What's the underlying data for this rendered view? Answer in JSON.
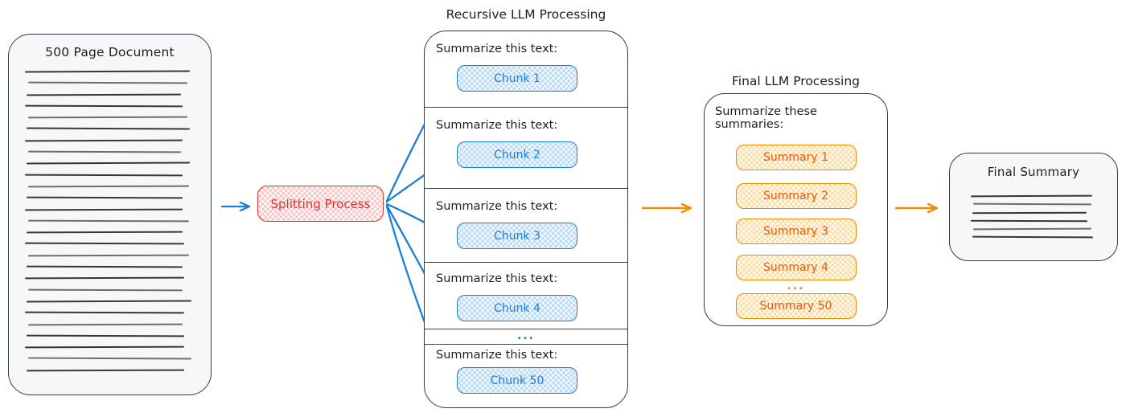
{
  "colors": {
    "ink": "#1e1e1e",
    "panel_border": "#343a40",
    "panel_fill": "#f6f7f8",
    "blue": "#1c7ed6",
    "blue_fill": "#eef6fe",
    "red": "#e03131",
    "red_fill": "#fff7f7",
    "orange_text": "#e8590c",
    "orange_stroke": "#f08c00",
    "orange_fill": "#fffaea"
  },
  "document_panel": {
    "title": "500 Page Document",
    "line_count": 27
  },
  "splitting": {
    "label": "Splitting Process"
  },
  "recursive_panel": {
    "title": "Recursive LLM Processing",
    "sections": [
      {
        "prompt": "Summarize this text:",
        "chunk": "Chunk 1"
      },
      {
        "prompt": "Summarize this text:",
        "chunk": "Chunk 2"
      },
      {
        "prompt": "Summarize this text:",
        "chunk": "Chunk 3"
      },
      {
        "prompt": "Summarize this text:",
        "chunk": "Chunk 4"
      },
      {
        "prompt": "Summarize this text:",
        "chunk": "Chunk 50"
      }
    ],
    "ellipsis": "..."
  },
  "final_panel": {
    "title": "Final LLM Processing",
    "prompt": "Summarize these summaries:",
    "summaries": [
      "Summary 1",
      "Summary 2",
      "Summary 3",
      "Summary 4"
    ],
    "ellipsis": "...",
    "last_summary": "Summary 50"
  },
  "final_summary_panel": {
    "title": "Final Summary",
    "line_count": 6
  }
}
